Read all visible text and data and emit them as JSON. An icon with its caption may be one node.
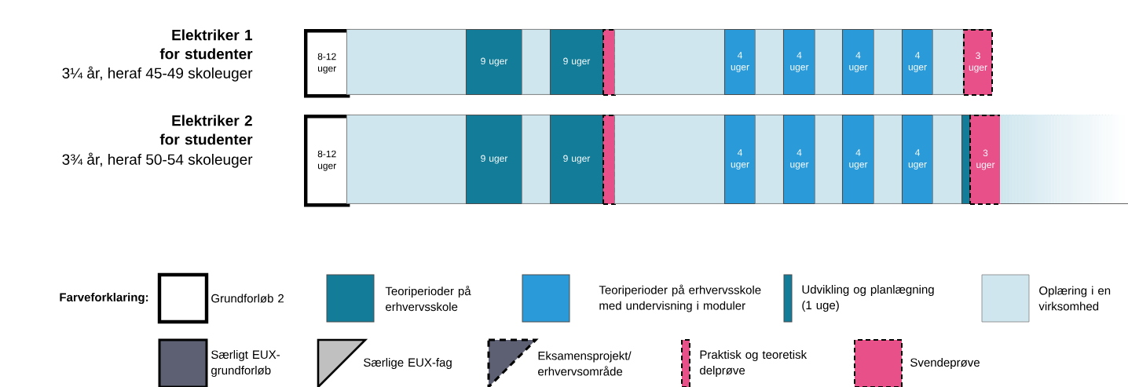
{
  "diagram": {
    "nodes": [
      {
        "text": [
          "Elektriker 1 for studenter",
          "3¼ år, heraf 45-49 skoleuger"
        ]
      },
      {
        "text": [
          "8-12 uger"
        ],
        "in": 0
      },
      {
        "text": [],
        "shape": "box",
        "in": 0
      },
      {
        "text": [
          "9 uger"
        ],
        "in": 0
      },
      {
        "text": [],
        "shape": "box",
        "in": 0
      },
      {
        "text": [
          "9 uger"
        ],
        "in": 0
      },
      {
        "text": [],
        "shape": "box",
        "in": 0
      },
      {
        "text": [],
        "shape": "box",
        "in": 0
      },
      {
        "text": [
          "4 uger"
        ],
        "in": 0
      },
      {
        "text": [],
        "shape": "box",
        "in": 0
      },
      {
        "text": [
          "4 uger"
        ],
        "in": 0
      },
      {
        "text": [],
        "shape": "box",
        "in": 0
      },
      {
        "text": [
          "4 uger"
        ],
        "in": 0
      },
      {
        "text": [],
        "shape": "box",
        "in": 0
      },
      {
        "text": [
          "4 uger"
        ],
        "in": 0
      },
      {
        "text": [],
        "shape": "box",
        "in": 0
      },
      {
        "text": [
          "3 uger"
        ],
        "in": 0
      },
      {
        "text": [
          "Elektriker 2 for studenter",
          "3¾ år, heraf 50-54 skoleuger"
        ]
      },
      {
        "text": [
          "8-12 uger"
        ],
        "in": 17
      },
      {
        "text": [],
        "shape": "box",
        "in": 17
      },
      {
        "text": [
          "9 uger"
        ],
        "in": 17
      },
      {
        "text": [],
        "shape": "box",
        "in": 17
      },
      {
        "text": [
          "9 uger"
        ],
        "in": 17
      },
      {
        "text": [],
        "shape": "box",
        "in": 17
      },
      {
        "text": [],
        "shape": "box",
        "in": 17
      },
      {
        "text": [
          "4 uger"
        ],
        "in": 17
      },
      {
        "text": [],
        "shape": "box",
        "in": 17
      },
      {
        "text": [
          "4 uger"
        ],
        "in": 17
      },
      {
        "text": [],
        "shape": "box",
        "in": 17
      },
      {
        "text": [
          "4 uger"
        ],
        "in": 17
      },
      {
        "text": [],
        "shape": "box",
        "in": 17
      },
      {
        "text": [
          "4 uger"
        ],
        "in": 17
      },
      {
        "text": [],
        "shape": "box",
        "in": 17
      },
      {
        "text": [],
        "shape": "box",
        "in": 17
      },
      {
        "text": [
          "3 uger"
        ],
        "in": 17
      },
      {
        "text": [],
        "shape": "box",
        "in": 17
      }
    ],
    "labels": [
      "Farveforklaring:"
    ],
    "legend": [
      {
        "text": "Grundforløb 2"
      },
      {
        "text": "Teoriperioder på erhvervsskole",
        "color": "#137c99"
      },
      {
        "text": "Teoriperioder på erhvervsskole med undervisning i moduler",
        "color": "#2a9bd8"
      },
      {
        "text": "Udvikling og planlægning (1 uge)",
        "color": "#137c99"
      },
      {
        "text": "Oplæring i en virksomhed",
        "color": "#cfe6ee"
      },
      {
        "text": "Særligt EUX-grundforløb",
        "color": "#5d6072"
      },
      {
        "text": "Særlige EUX-fag"
      },
      {
        "text": "Eksamensprojekt/ erhvervsområde"
      },
      {
        "text": "Praktisk og teoretisk delprøve",
        "color": "#e8508a"
      },
      {
        "text": "Svendeprøve",
        "color": "#e8508a"
      }
    ]
  }
}
